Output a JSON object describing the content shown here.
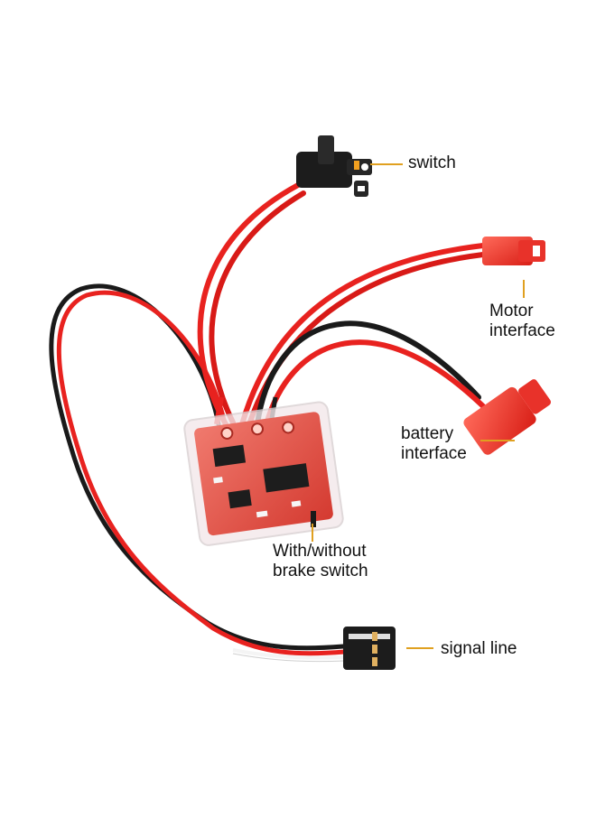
{
  "labels": {
    "switch": "switch",
    "motor_interface": [
      "Motor",
      "interface"
    ],
    "battery_interface": [
      "battery",
      "interface"
    ],
    "brake_switch": [
      "With/without",
      "brake switch"
    ],
    "signal_line": "signal line"
  },
  "colors": {
    "wire_red": "#e8221f",
    "wire_black": "#1a1a1a",
    "wire_white": "#f4f4f4",
    "leader": "#e0a020",
    "board": "#e0483c",
    "connector_red": "#e8322a",
    "connector_black": "#1c1c1c"
  }
}
